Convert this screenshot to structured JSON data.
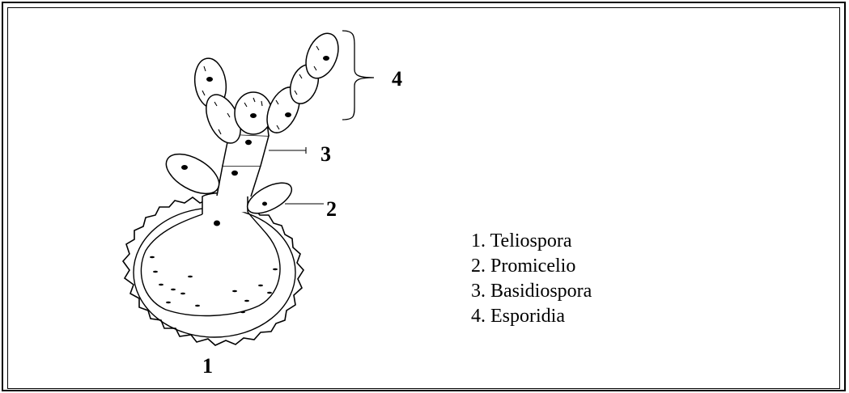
{
  "labels": {
    "teliospora_num": "1",
    "promicelio_num": "2",
    "basidiospora_num": "3",
    "esporidia_num": "4"
  },
  "legend": {
    "items": [
      "1. Teliospora",
      "2. Promicelio",
      "3. Basidiospora",
      "4. Esporidia"
    ]
  }
}
